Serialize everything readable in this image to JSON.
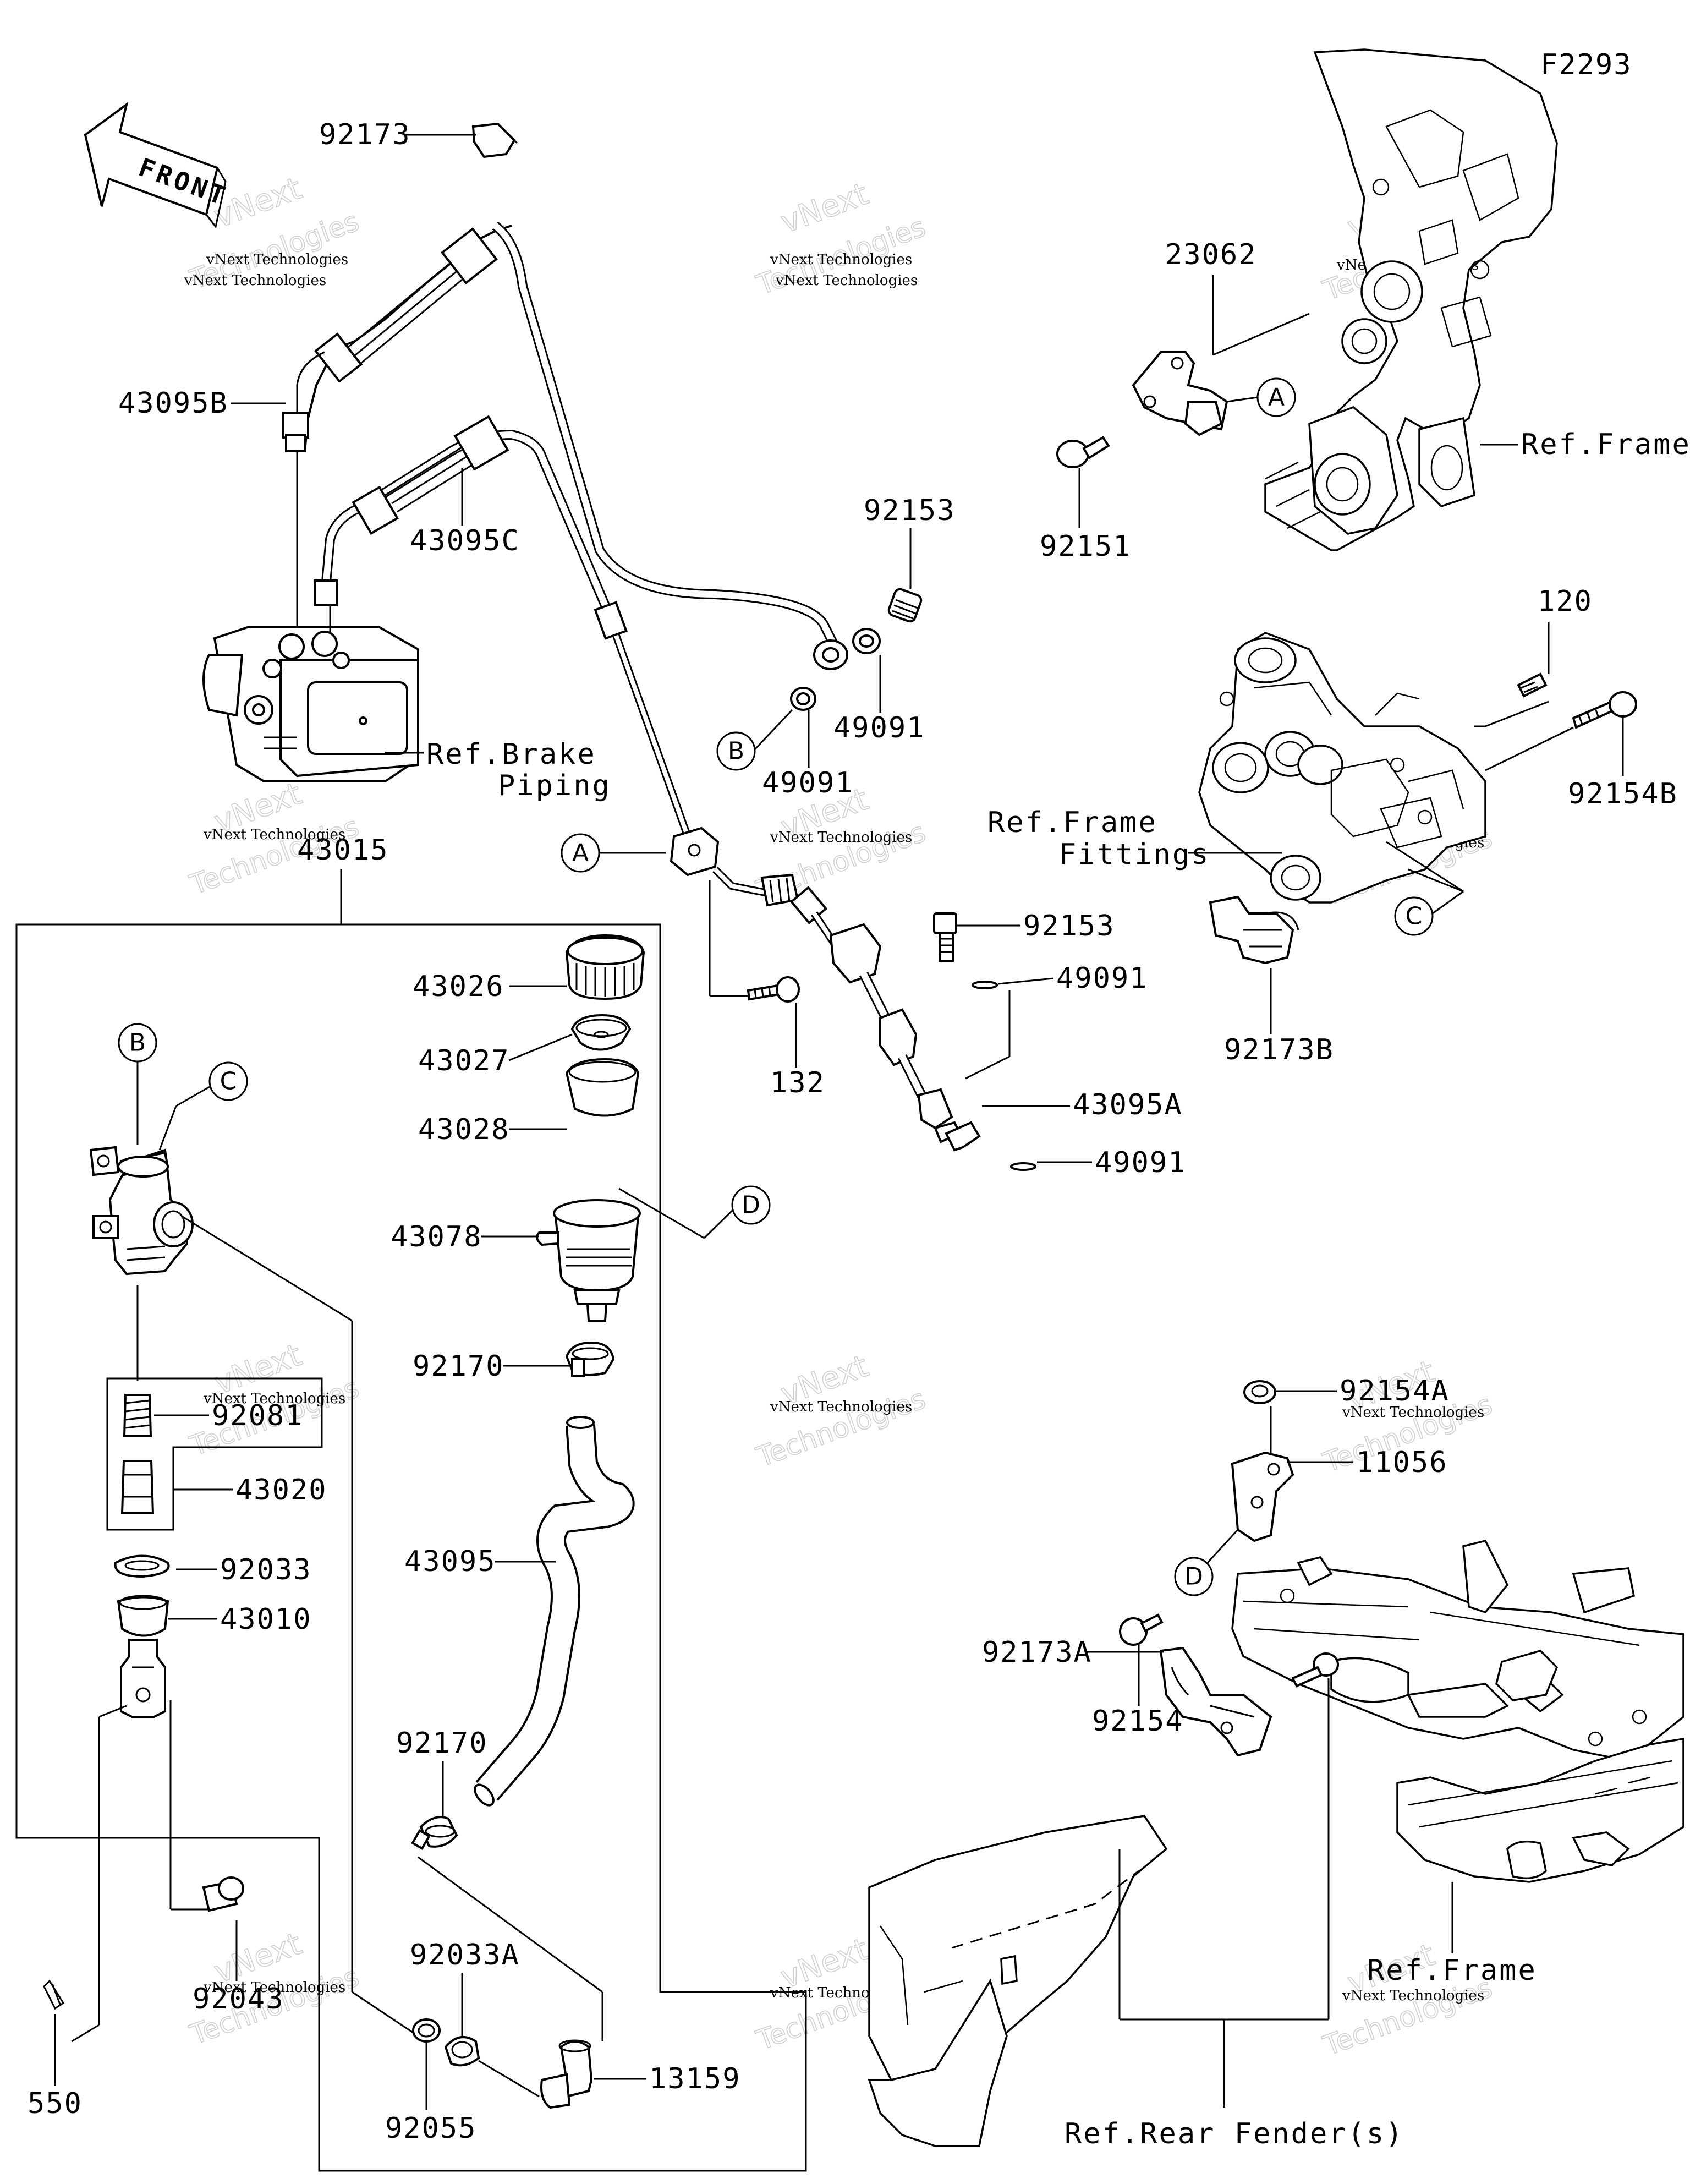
{
  "figure_code": "F2293",
  "direction_label": "FRONT",
  "watermark": {
    "line1": "vNext Technologies",
    "line2": "vNext",
    "line3": "Technologies"
  },
  "callouts": {
    "A": "A",
    "B": "B",
    "C": "C",
    "D": "D"
  },
  "part_labels": {
    "p92173": "92173",
    "p43095B": "43095B",
    "p43095C": "43095C",
    "p23062": "23062",
    "p92151": "92151",
    "p92153_top": "92153",
    "p49091_top": "49091",
    "p49091_mid": "49091",
    "p120": "120",
    "p92154B": "92154B",
    "p43015": "43015",
    "p43026": "43026",
    "p43027": "43027",
    "p43028": "43028",
    "p43078": "43078",
    "p92170_top": "92170",
    "p43095": "43095",
    "p92170_bot": "92170",
    "p92033A": "92033A",
    "p92055": "92055",
    "p13159": "13159",
    "p132": "132",
    "p92153_mid": "92153",
    "p49091_a": "49091",
    "p43095A": "43095A",
    "p49091_b": "49091",
    "p92173B": "92173B",
    "p92081": "92081",
    "p43020": "43020",
    "p92033": "92033",
    "p43010": "43010",
    "p92043": "92043",
    "p550": "550",
    "p92154A": "92154A",
    "p11056": "11056",
    "p92154": "92154",
    "p92173A": "92173A"
  },
  "references": {
    "ref_frame_top": "Ref.Frame",
    "ref_brake_piping_1": "Ref.Brake",
    "ref_brake_piping_2": "Piping",
    "ref_frame_fittings_1": "Ref.Frame",
    "ref_frame_fittings_2": "Fittings",
    "ref_frame_bottom": "Ref.Frame",
    "ref_rear_fender": "Ref.Rear Fender(s)"
  }
}
